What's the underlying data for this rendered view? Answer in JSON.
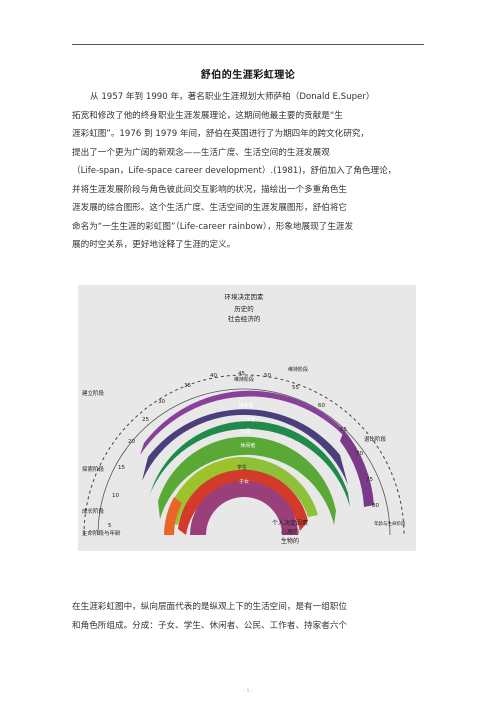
{
  "document": {
    "title": "舒伯的生涯彩虹理论",
    "paragraph1_lines": [
      "从 1957 年到 1990 年，著名职业生涯规划大师萨柏（Donald E.Super）",
      "拓宽和修改了他的终身职业生涯发展理论，这期间他最主要的贡献是“生",
      "涯彩虹图”。1976 到 1979 年间，舒伯在英国进行了为期四年的跨文化研究，",
      "提出了一个更为广阔的新观念——生活广度、生活空间的生涯发展观",
      "（Life-span，Life-space career development）.(1981)，舒伯加入了角色理论，",
      "并将生涯发展阶段与角色彼此间交互影响的状况，描绘出一个多重角色生",
      "涯发展的综合图形。这个生活广度、生活空间的生涯发展图形，舒伯将它",
      "命名为“一生生涯的彩虹图”（Life-career rainbow），形象地展现了生涯发",
      "展的时空关系，更好地诠释了生涯的定义。"
    ],
    "paragraph2_lines": [
      "在生涯彩虹图中，纵向层面代表的是纵观上下的生活空间，是有一组职位",
      "和角色所组成。分成：子女、学生、休闲者、公民、工作者、持家者六个"
    ],
    "footer": "- 1 -"
  },
  "figure": {
    "top_labels": [
      "环境决定因素",
      "历史的",
      "社会经济的"
    ],
    "bottom_labels": [
      "个人决定因素",
      "心理的",
      "生物的"
    ],
    "stages": [
      "建立阶段",
      "探索阶段",
      "成长阶段",
      "生命阶段与年龄",
      "退出阶段",
      "维持阶段",
      "年龄与生命阶段"
    ],
    "ages": [
      "5",
      "10",
      "15",
      "20",
      "25",
      "30",
      "35",
      "40",
      "45",
      "50",
      "55",
      "60",
      "65",
      "70",
      "75",
      "80"
    ],
    "roles": [
      "维持阶段",
      "持家者",
      "工作者",
      "公民",
      "休闲者",
      "学生",
      "子女"
    ],
    "colors": {
      "homemaker": "#8a3f9a",
      "worker": "#4a3f7a",
      "citizen": "#1f8a4a",
      "leisure": "#5aa836",
      "student": "#9dc32b",
      "child": "#d23a2a",
      "child_inner": "#e8642a",
      "inner": "#9a3f7a"
    }
  }
}
